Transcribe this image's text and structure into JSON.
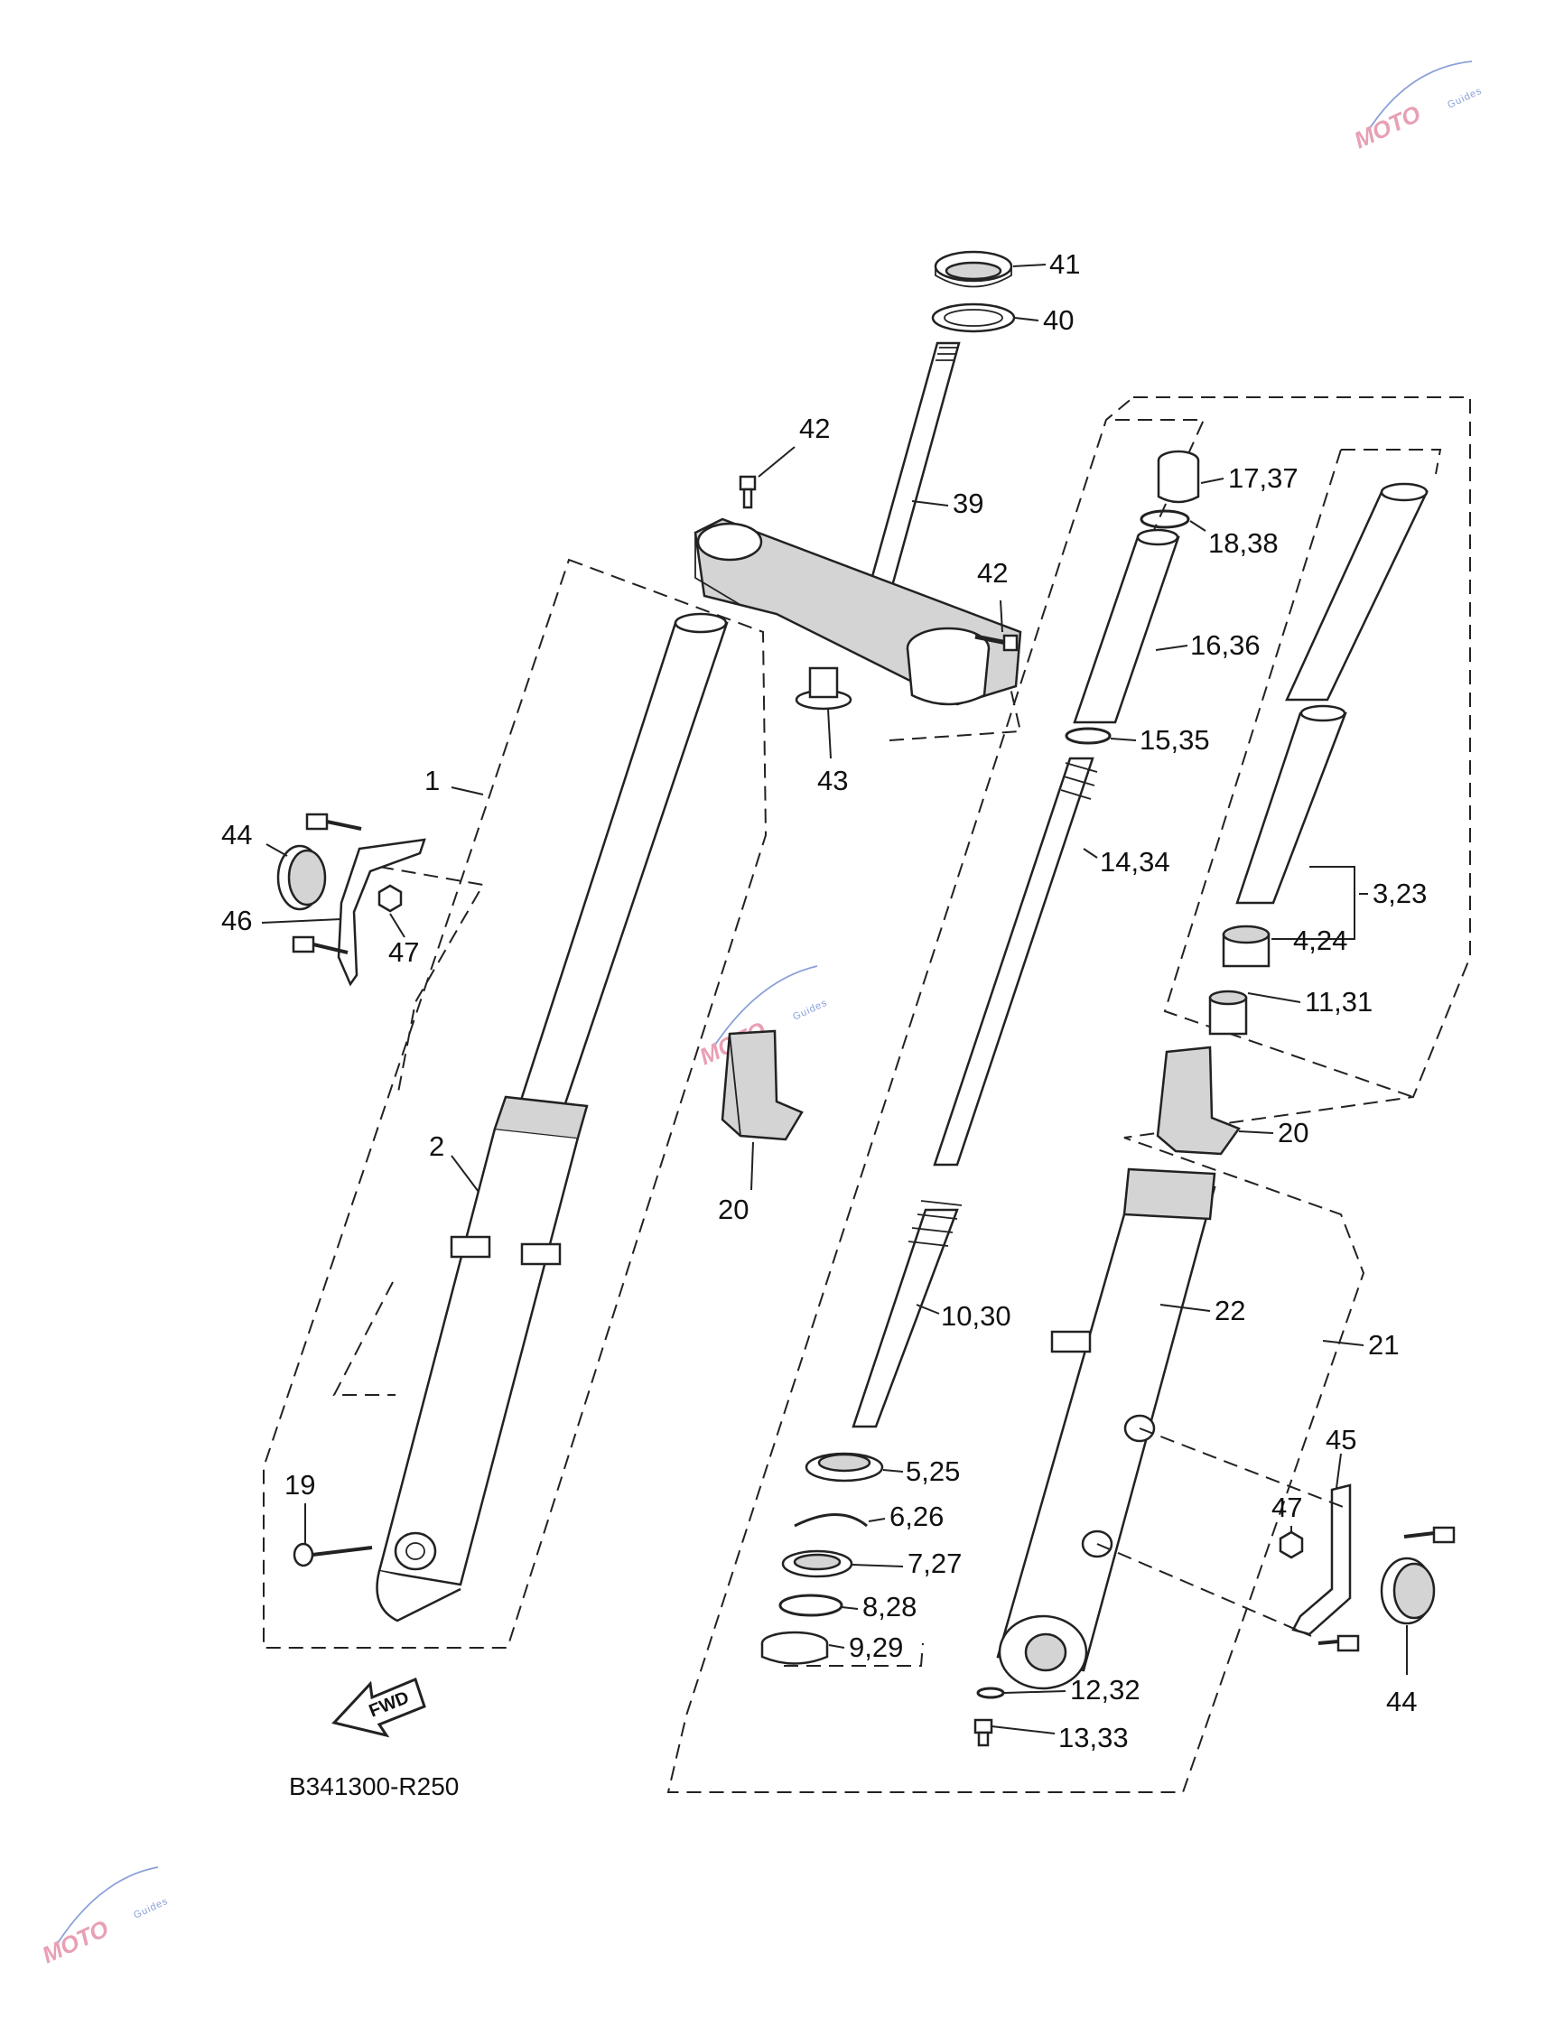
{
  "diagram": {
    "drawing_code": "B341300-R250",
    "fwd_label": "FWD",
    "watermark": {
      "text": "MOTO",
      "sub": "Guides"
    },
    "callouts": {
      "c41": "41",
      "c40": "40",
      "c42a": "42",
      "c39": "39",
      "c42b": "42",
      "c43": "43",
      "c1": "1",
      "c44a": "44",
      "c46": "46",
      "c47a": "47",
      "c2": "2",
      "c19": "19",
      "c20a": "20",
      "c17_37": "17,37",
      "c18_38": "18,38",
      "c16_36": "16,36",
      "c15_35": "15,35",
      "c14_34": "14,34",
      "c3_23": "3,23",
      "c4_24": "4,24",
      "c11_31": "11,31",
      "c20b": "20",
      "c10_30": "10,30",
      "c22": "22",
      "c21": "21",
      "c45": "45",
      "c47b": "47",
      "c44b": "44",
      "c5_25": "5,25",
      "c6_26": "6,26",
      "c7_27": "7,27",
      "c8_28": "8,28",
      "c9_29": "9,29",
      "c12_32": "12,32",
      "c13_33": "13,33"
    }
  }
}
